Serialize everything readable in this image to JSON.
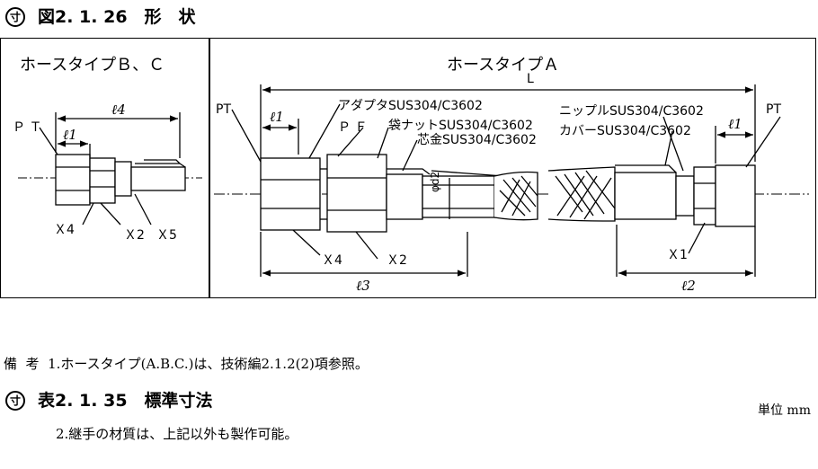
{
  "figure": {
    "mark": "寸",
    "heading": "図2. 1. 26　形　状",
    "left_panel": {
      "title": "ホースタイプＢ、Ｃ",
      "labels": {
        "pt": "Ｐ Ｔ",
        "l4": "ℓ4",
        "l1": "ℓ1",
        "x4": "Ｘ4",
        "x2": "Ｘ2",
        "x5": "Ｘ5"
      }
    },
    "right_panel": {
      "title": "ホースタイプＡ",
      "labels": {
        "l": "L",
        "pt_left": "PT",
        "pt_right": "PT",
        "l1_left": "ℓ1",
        "l1_right": "ℓ1",
        "adapter": "アダプタSUS304/C3602",
        "pf": "Ｐ Ｆ",
        "nut": "袋ナットSUS304/C3602",
        "core": "芯金SUS304/C3602",
        "nipple": "ニップルSUS304/C3602",
        "cover": "カバーSUS304/C3602",
        "d2": "φd2",
        "x4": "Ｘ4",
        "x2": "Ｘ2",
        "x1": "Ｘ1",
        "l3": "ℓ3",
        "l2": "ℓ2"
      }
    }
  },
  "notes": {
    "line1": "備  考  1.ホースタイプ(A.B.C.)は、技術編2.1.2(2)項参照。",
    "line2": "2.継手の材質は、上記以外も製作可能。"
  },
  "table": {
    "mark": "寸",
    "heading": "表2. 1. 35　標準寸法",
    "unit": "単位  mm"
  }
}
